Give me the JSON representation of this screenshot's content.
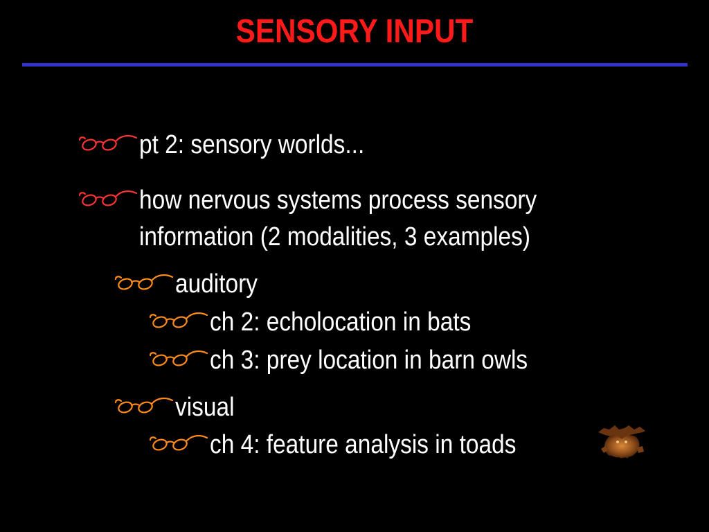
{
  "slide": {
    "title": "SENSORY INPUT",
    "items": [
      {
        "text": "pt 2: sensory worlds...",
        "level": 1
      },
      {
        "text_line1": "how nervous systems process sensory",
        "text_line2": "information (2 modalities, 3 examples)",
        "level": 1
      },
      {
        "text": "auditory",
        "level": 2
      },
      {
        "text": "ch 2: echolocation in bats",
        "level": 3
      },
      {
        "text": "ch 3: prey location in barn owls",
        "level": 3
      },
      {
        "text": "visual",
        "level": 2
      },
      {
        "text": "ch 4: feature analysis in toads",
        "level": 3
      }
    ]
  },
  "colors": {
    "background": "#000000",
    "title": "#ff1a1a",
    "rule": "#3333cc",
    "text": "#ffffff",
    "bullet_level1": "#ff3333",
    "bullet_level2": "#ff8c1a",
    "bullet_level3": "#ff8c1a"
  },
  "icons": {
    "bullet": "eyeglasses-icon",
    "decoration": "bat-icon"
  }
}
